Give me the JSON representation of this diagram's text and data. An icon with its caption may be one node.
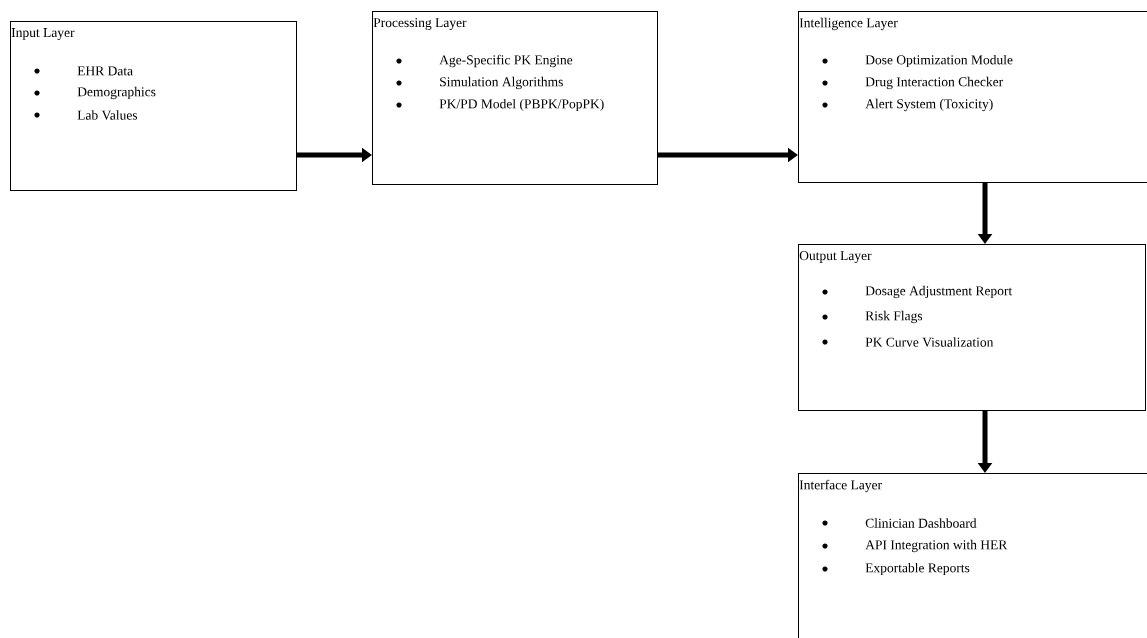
{
  "diagram": {
    "nodes": [
      {
        "text": [
          "Input Layer",
          "EHR Data",
          "Demographics",
          "Lab Values"
        ]
      },
      {
        "text": [
          "Processing Layer",
          "Age-Specific PK Engine",
          "Simulation Algorithms",
          "PK/PD Model (PBPK/PopPK)"
        ]
      },
      {
        "text": [
          "Intelligence Layer",
          "Dose Optimization Module",
          "Drug Interaction Checker",
          "Alert System (Toxicity)"
        ]
      },
      {
        "text": [
          "Output Layer",
          "Dosage Adjustment Report",
          "Risk Flags",
          "PK Curve Visualization"
        ]
      },
      {
        "text": [
          "Interface Layer",
          "Clinician Dashboard",
          "API Integration with HER",
          "Exportable Reports"
        ]
      }
    ],
    "edges": [
      {
        "from": 0,
        "to": 1,
        "arrow": "to"
      },
      {
        "from": 1,
        "to": 2,
        "arrow": "to"
      },
      {
        "from": 2,
        "to": 3,
        "arrow": "to"
      },
      {
        "from": 3,
        "to": 4,
        "arrow": "to"
      }
    ]
  }
}
